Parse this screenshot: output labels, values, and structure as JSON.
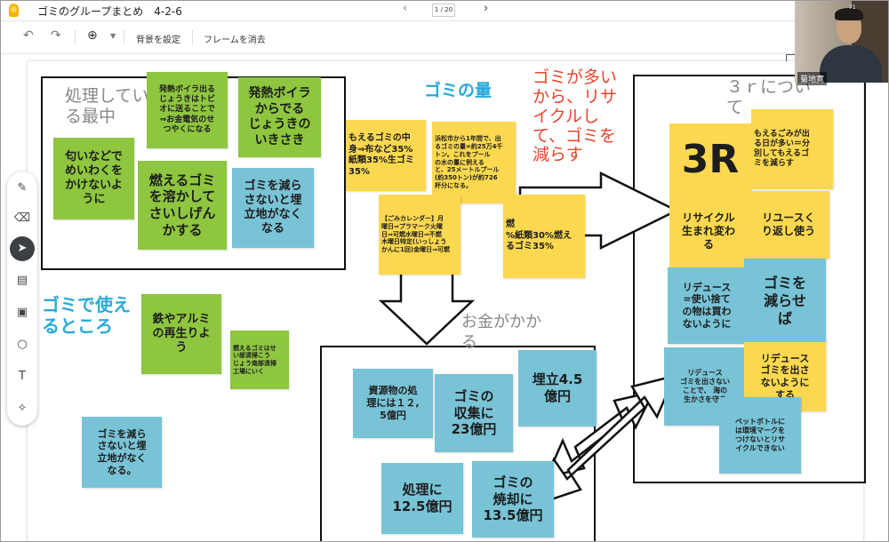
{
  "title_bar": {
    "doc_title": "ゴミのグループまとめ　4-2-6",
    "page_indicator": "1 / 20",
    "prev_icon": "chevron-left-icon",
    "next_icon": "chevron-right-icon"
  },
  "toolbar": {
    "undo_icon": "undo-icon",
    "redo_icon": "redo-icon",
    "zoom_icon": "zoom-icon",
    "zoom_dropdown_icon": "caret-down-icon",
    "set_background": "背景を設定",
    "clear_frame": "フレームを消去"
  },
  "palette": {
    "items": [
      "pen-icon",
      "eraser-icon",
      "select-arrow-icon",
      "sticky-note-icon",
      "image-icon",
      "circle-icon",
      "text-box-icon",
      "laser-icon"
    ]
  },
  "video": {
    "name": "菊地寛",
    "count": "71"
  },
  "board": {
    "labels": {
      "processing": "処理してい\nる最中",
      "garbage_amount": "ゴミの量",
      "recycle_note": "ゴミが多い\nから、リサ\nイクルし\nて、ゴミを\n減らす",
      "about_3r": "３ｒについ\nて",
      "usable_places": "ゴミで使え\nるところ",
      "cost": "お金がかか\nる"
    },
    "notes": {
      "boiler_tobi": "発熱ボイラ出る\nじょうきはトビ\nオに送ることで\n⇒お金電気のせ\nつやくになる",
      "boiler_steam": "発熱ボイラ\nからでる\nじょうきの\nいきさき",
      "smell": "匂いなどで\nめいわくを\nかけないよ\nうに",
      "melt": "燃えるゴミ\nを溶かして\nさいしげん\nかする",
      "reduce_landfill_1": "ゴミを減ら\nさないと埋\n立地がなく\nなる",
      "burnable_content": "もえるゴミの中\n身⇒布など35%\n紙類35%生ゴミ\n35%",
      "hamamatsu": "浜松市から1年間で、出\nるゴミの量=約25万4千\nトン。これをプール\nの水の量に例える\nと、25メートルプール\n(約350トン)が約726\n杯分になる。",
      "calendar": "【ごみカレンダー】月\n曜日⇒プラマーク火曜\n日⇒可燃水曜日⇒不燃\n木曜日特定(いっしょう\nかんに1回)金曜日⇒可燃",
      "paper_30": "燃\n%紙類30%燃え\nるゴミ35%",
      "iron_aluminum": "鉄やアルミ\nの再生りよ\nう",
      "burnable_plant": "燃えるゴミはせ\nい部清掃こう\nじょう南部清掃\n工場にいく",
      "reduce_landfill_2": "ゴミを減ら\nさないと埋\n立地がなく\nなる。",
      "resource_cost": "資源物の処\n理には１２,\n5億円",
      "collection_cost": "ゴミの\n収集に\n23億円",
      "landfill_cost": "埋立4.5\n億円",
      "processing_cost": "処理に\n12.5億円",
      "incineration_cost": "ゴミの\n焼却に\n13.5億円",
      "three_r": "3R",
      "burnable_days": "もえるごみが出\nる日が多い＝分\n別してもえるゴ\nミを減らす",
      "recycle_reborn": "リサイクル\n生まれ変わ\nる",
      "reuse": "リユースく\nり返し使う",
      "reduce_buy": "リデュース\n=使い捨て\nの物は買わ\nないように",
      "reduce_garbage": "ゴミを\n減らせ\nば",
      "reduce_sea": "リデュース\nゴミを出さない\nことで、 海の\n生かさを守る",
      "reduce_output": "リデュース\nゴミを出さ\nないように\nする",
      "pet_bottle": "ペットボトルに\nは環境マークを\nつけないとリサ\nイクルできない"
    }
  },
  "colors": {
    "yellow_note": "#fbd84f",
    "green_note": "#8ec63f",
    "blue_note": "#79c3d6",
    "label_gray": "#888888",
    "label_blue": "#29a9d9",
    "label_red": "#e8452c"
  }
}
